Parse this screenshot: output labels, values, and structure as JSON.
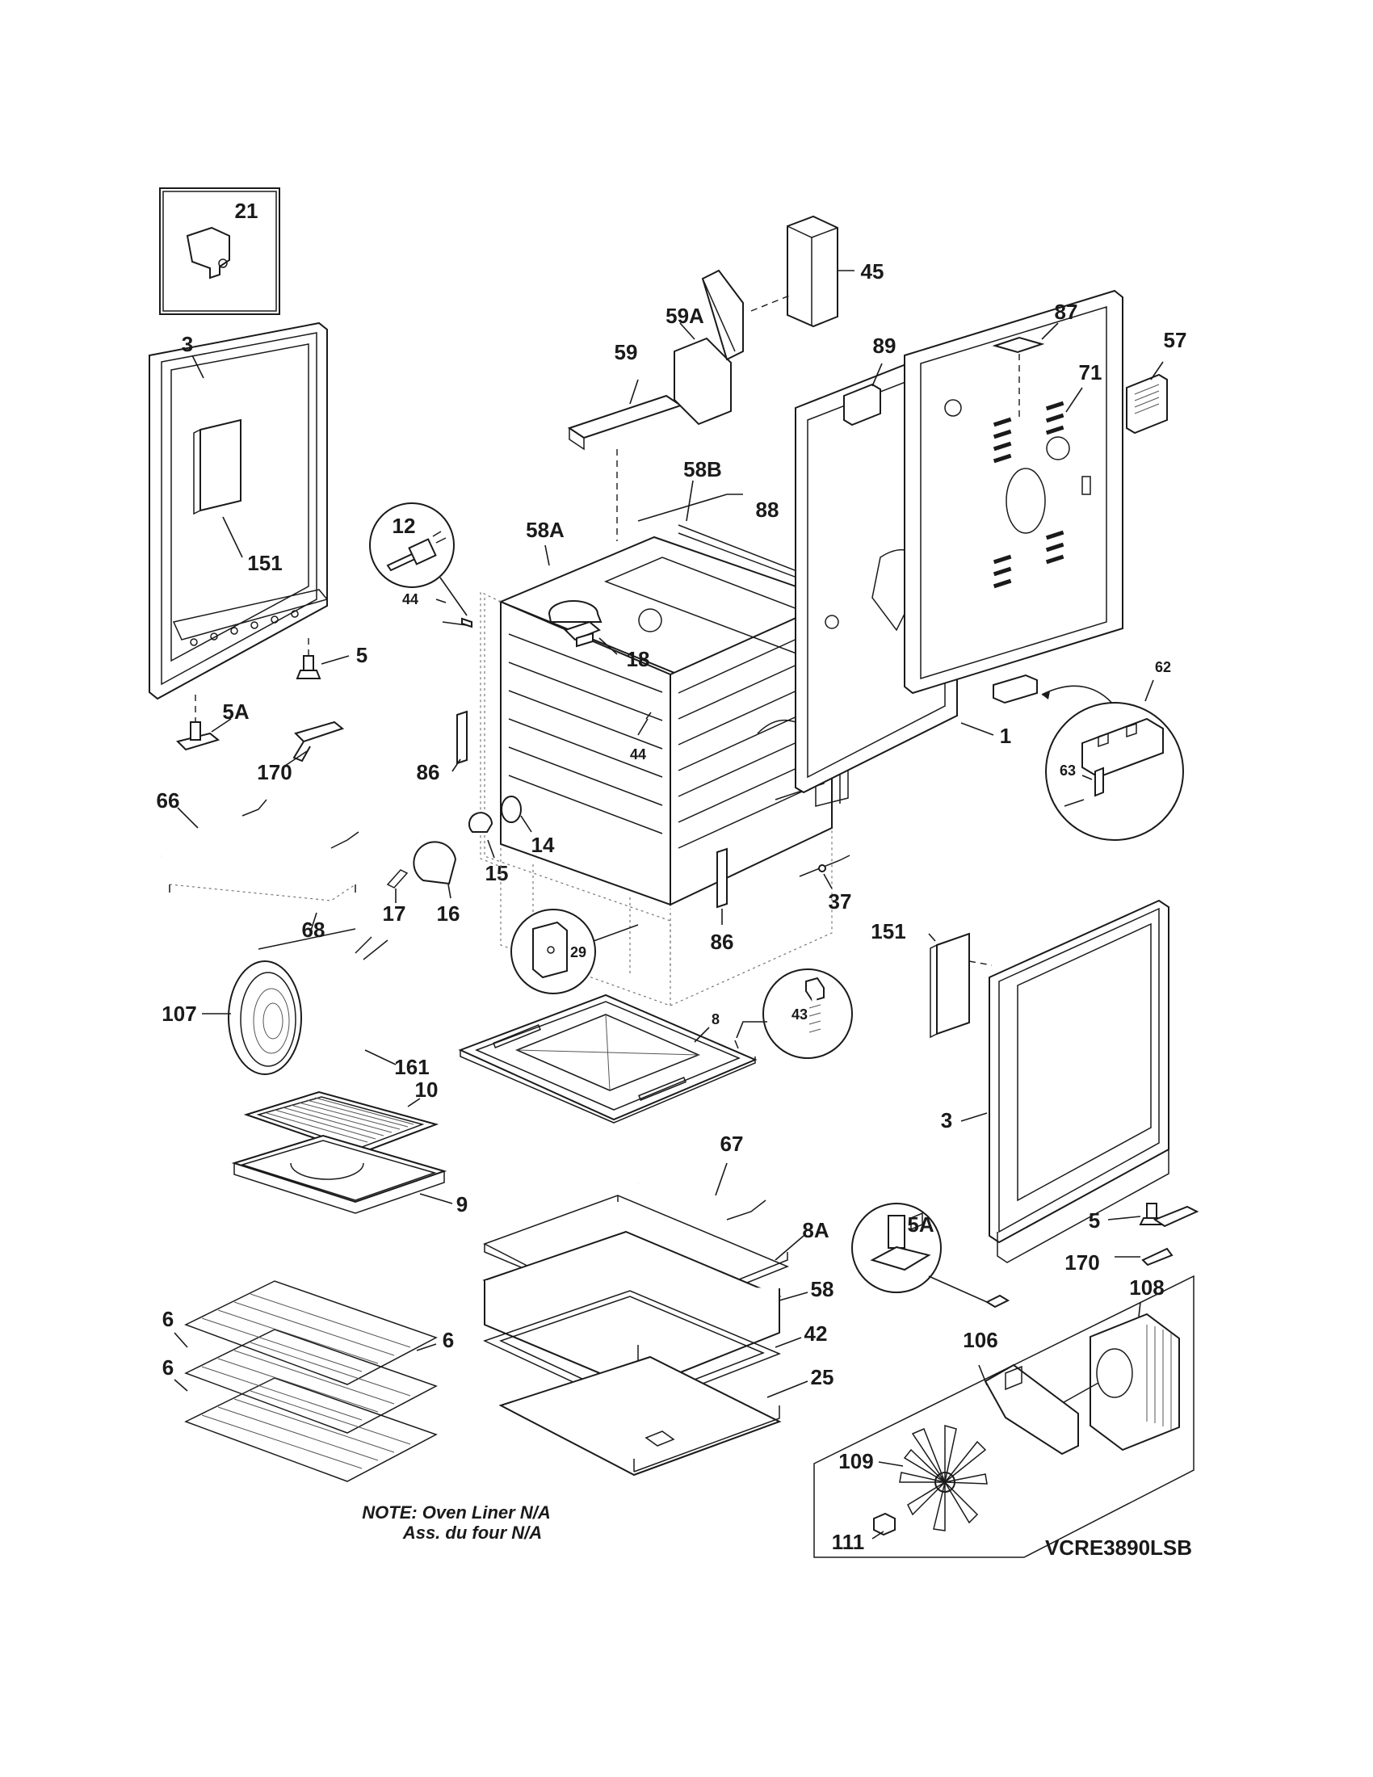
{
  "model_number": "VCRE3890LSB",
  "note": {
    "line1": "NOTE: Oven Liner N/A",
    "line2": "Ass. du four N/A"
  },
  "callouts": {
    "c21": "21",
    "c3_left": "3",
    "c151_left": "151",
    "c5_left": "5",
    "c5a_left": "5A",
    "c170_left": "170",
    "c66": "66",
    "c68": "68",
    "c12": "12",
    "c44_top": "44",
    "c58a": "58A",
    "c18": "18",
    "c44_mid": "44",
    "c86_left": "86",
    "c14": "14",
    "c15": "15",
    "c16": "16",
    "c17": "17",
    "c29": "29",
    "c86_right": "86",
    "c37": "37",
    "c59": "59",
    "c59a": "59A",
    "c45": "45",
    "c58b": "58B",
    "c88": "88",
    "c89": "89",
    "c87": "87",
    "c71": "71",
    "c57": "57",
    "c62": "62",
    "c63": "63",
    "c1": "1",
    "c151_right": "151",
    "c3_right": "3",
    "c5a_right": "5A",
    "c5_right": "5",
    "c170_right": "170",
    "c107": "107",
    "c161": "161",
    "c10": "10",
    "c9": "9",
    "c8": "8",
    "c43": "43",
    "c67": "67",
    "c8a": "8A",
    "c58": "58",
    "c42": "42",
    "c25": "25",
    "c6_a": "6",
    "c6_b": "6",
    "c6_c": "6",
    "c108": "108",
    "c106": "106",
    "c109": "109",
    "c111": "111"
  }
}
